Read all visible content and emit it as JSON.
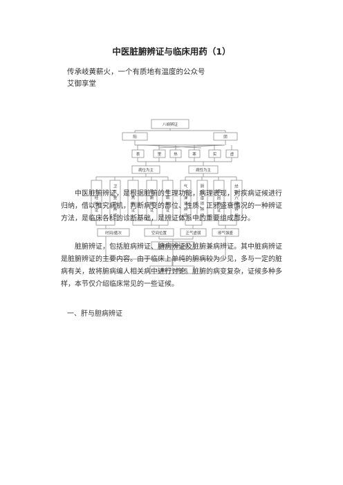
{
  "doc": {
    "title": "中医脏腑辨证与临床用药（1）",
    "subtitle1": "传承岐黄薪火，一个有质地有温度的公众号",
    "subtitle2": "艾御享堂",
    "paragraphs": [
      "中医脏腑辨证，是根据脏腑的生理功能，病理表现，对疾病证候进行归纳，借以推究病机，判断病变的部位、性质、正邪盛衰情况的一种辨证方法，是临床各科的诊断基础，是辨证体系中的重要组成部分。",
      "脏腑辨证，包括脏病辨证、腑病辨证及脏腑兼病辨证。其中脏病辨证是脏腑辨证的主要内容。由于临床上单纯的腑病较为少见，多与一定的脏病有关，故将腑病编人相关病中进行讨论。脏腑的病变复杂，证候多种多样，本节仅介绍临床常见的一些证候。"
    ],
    "section_heading": "一、肝与胆病辨证"
  },
  "diagram": {
    "top": "八纲辨证",
    "yang": "阳",
    "yin": "阴",
    "row2": [
      "表",
      "里",
      "热",
      "寒",
      "实",
      "虚"
    ],
    "left_group": "病位为主",
    "right_group": "病性为主",
    "columns": [
      "六经辨证",
      "卫气营血辨证",
      "三焦辨证",
      "脏腑辨证",
      "经络辨证",
      "气血津液辨证",
      "阴阳虚损辨证",
      "病因辨证",
      "经络六淫辨证"
    ],
    "bottom_row": [
      "时间/循次",
      "空间位置",
      "正气虚弱",
      "邪气强盛"
    ],
    "merge1": "主要用于内伤杂病",
    "merge2": "主要用于外感疾病"
  }
}
